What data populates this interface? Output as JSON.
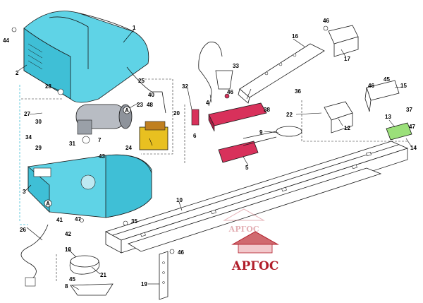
{
  "diagram": {
    "callouts": {
      "c1": "1",
      "c2": "2",
      "c3": "3",
      "c4": "4",
      "c5": "5",
      "c6": "6",
      "c7": "7",
      "c8": "8",
      "c9": "9",
      "c10": "10",
      "c12": "12",
      "c13": "13",
      "c14": "14",
      "c15": "15",
      "c16": "16",
      "c17": "17",
      "c18": "18",
      "c19": "19",
      "c20": "20",
      "c21": "21",
      "c22": "22",
      "c23": "23",
      "c24": "24",
      "c25": "25",
      "c26": "26",
      "c27": "27",
      "c28": "28",
      "c29": "29",
      "c30": "30",
      "c31": "31",
      "c32": "32",
      "c33": "33",
      "c34": "34",
      "c35": "35",
      "c36": "36",
      "c37": "37",
      "c38": "38",
      "c40": "40",
      "c41": "41",
      "c42": "42",
      "c43": "43",
      "c44": "44",
      "c45a": "45",
      "c45b": "45",
      "c46a": "46",
      "c46b": "46",
      "c46c": "46",
      "c46d": "46",
      "c47a": "47",
      "c47b": "47",
      "c48": "48",
      "cAa": "A",
      "cAb": "A"
    },
    "watermark": {
      "main": "АРГОС",
      "faint": "АРГОС"
    },
    "colors": {
      "housing": "#5fd3e6",
      "carriage": "#d8315b",
      "bracket": "#9be07a",
      "watermark": "#b11e2a",
      "dashed_group": "#3fbfd6",
      "wiring_box": "#e8c020"
    }
  }
}
